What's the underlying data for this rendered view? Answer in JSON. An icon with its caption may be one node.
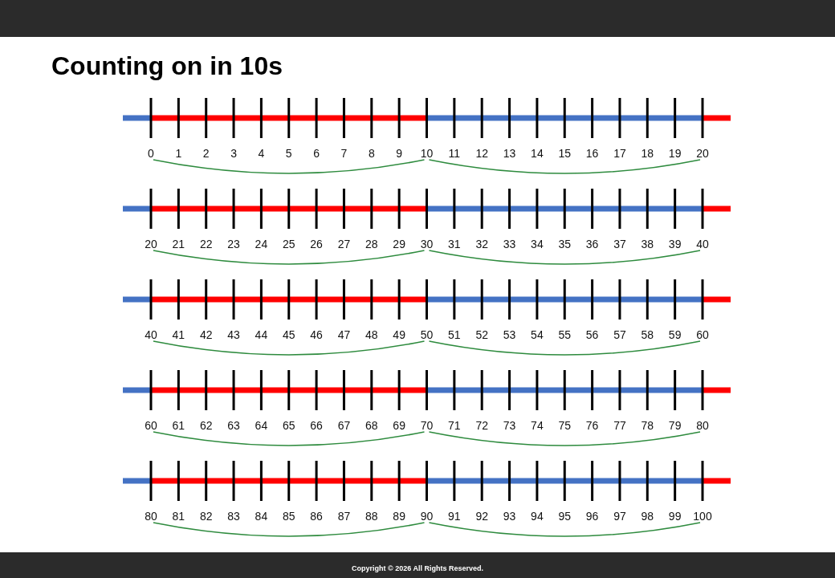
{
  "diagram": {
    "title": "Counting on in 10s",
    "caption": "Copyright © 2026 All Rights Reserved.",
    "nodes": [
      {
        "text": [
          "0"
        ]
      },
      {
        "text": [
          "10"
        ]
      },
      {
        "text": [
          "20"
        ]
      },
      {
        "text": [
          "20"
        ]
      },
      {
        "text": [
          "30"
        ]
      },
      {
        "text": [
          "40"
        ]
      },
      {
        "text": [
          "40"
        ]
      },
      {
        "text": [
          "50"
        ]
      },
      {
        "text": [
          "60"
        ]
      },
      {
        "text": [
          "60"
        ]
      },
      {
        "text": [
          "70"
        ]
      },
      {
        "text": [
          "80"
        ]
      },
      {
        "text": [
          "80"
        ]
      },
      {
        "text": [
          "90"
        ]
      },
      {
        "text": [
          "100"
        ]
      }
    ],
    "edges": [
      {
        "from": 0,
        "to": 1,
        "arrow": "none"
      },
      {
        "from": 1,
        "to": 2,
        "arrow": "none"
      },
      {
        "from": 3,
        "to": 4,
        "arrow": "none"
      },
      {
        "from": 4,
        "to": 5,
        "arrow": "none"
      },
      {
        "from": 6,
        "to": 7,
        "arrow": "none"
      },
      {
        "from": 7,
        "to": 8,
        "arrow": "none"
      },
      {
        "from": 9,
        "to": 10,
        "arrow": "none"
      },
      {
        "from": 10,
        "to": 11,
        "arrow": "none"
      },
      {
        "from": 12,
        "to": 13,
        "arrow": "none"
      },
      {
        "from": 13,
        "to": 14,
        "arrow": "none"
      }
    ],
    "labels": [
      "1",
      "2",
      "3",
      "4",
      "5",
      "6",
      "7",
      "8",
      "9",
      "11",
      "12",
      "13",
      "14",
      "15",
      "16",
      "17",
      "18",
      "19",
      "21",
      "22",
      "23",
      "24",
      "25",
      "26",
      "27",
      "28",
      "29",
      "31",
      "32",
      "33",
      "34",
      "35",
      "36",
      "37",
      "38",
      "39",
      "41",
      "42",
      "43",
      "44",
      "45",
      "46",
      "47",
      "48",
      "49",
      "51",
      "52",
      "53",
      "54",
      "55",
      "56",
      "57",
      "58",
      "59",
      "61",
      "62",
      "63",
      "64",
      "65",
      "66",
      "67",
      "68",
      "69",
      "71",
      "72",
      "73",
      "74",
      "75",
      "76",
      "77",
      "78",
      "79",
      "81",
      "82",
      "83",
      "84",
      "85",
      "86",
      "87",
      "88",
      "89",
      "91",
      "92",
      "93",
      "94",
      "95",
      "96",
      "97",
      "98",
      "99"
    ]
  }
}
